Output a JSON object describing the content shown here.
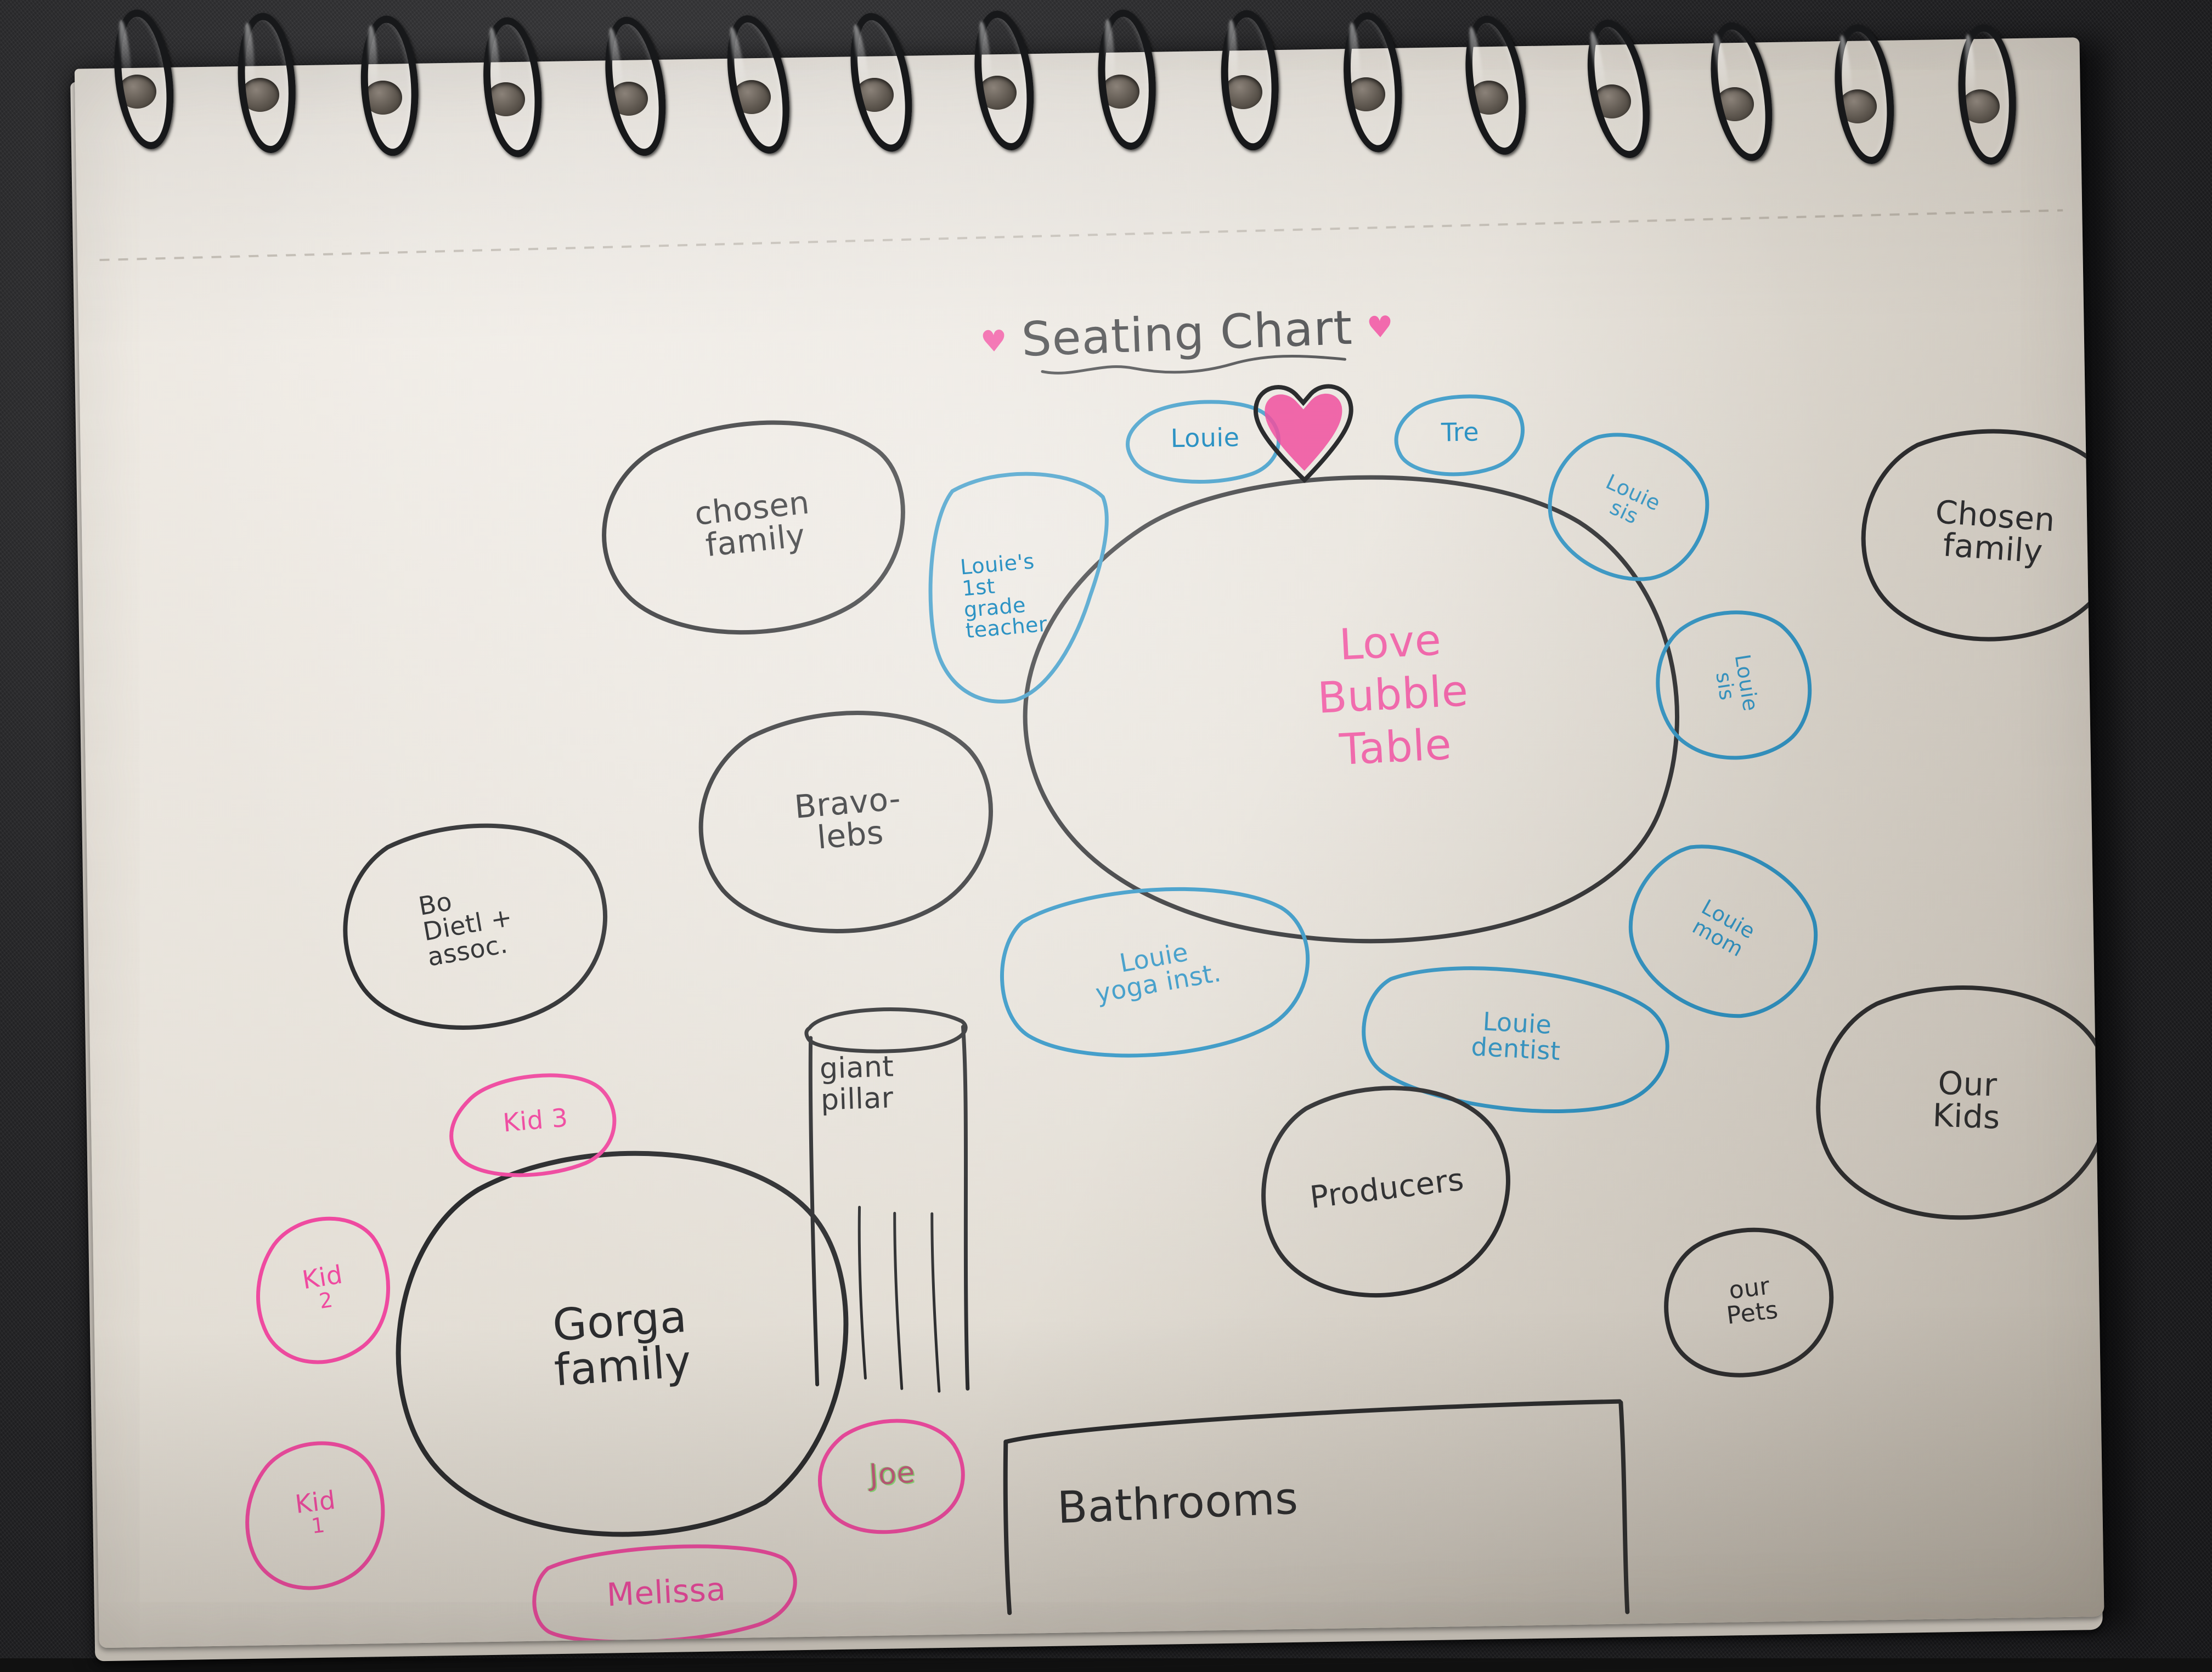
{
  "title": {
    "text": "Seating Chart",
    "heart_left": "♥",
    "heart_right": "♥",
    "ink": "#3a3b3d",
    "heart_color": "#f0509f"
  },
  "center_table": {
    "label_lines": [
      "Love",
      "Bubble",
      "Table"
    ],
    "ink": "#ef4aa0",
    "outline_ink": "#2b2c2e",
    "heart_icon": "heart-icon",
    "heart_fill": "#f0509f"
  },
  "palette": {
    "black_ink": "#2b2c2e",
    "blue_ink": "#2d93c4",
    "pink_ink": "#ef4aa0",
    "green_ink": "#6ddc5a",
    "paper": "#ece7df",
    "carpet": "#2a2a2c"
  },
  "blue_seats": [
    {
      "label": "Louie",
      "lines": [
        "Louie"
      ]
    },
    {
      "label": "Tre",
      "lines": [
        "Tre"
      ]
    },
    {
      "label": "Louie's 1st grade teacher",
      "lines": [
        "Louie's",
        "1st",
        "grade",
        "teacher"
      ]
    },
    {
      "label": "Louie sis (upper)",
      "lines": [
        "Louie",
        "sis"
      ]
    },
    {
      "label": "Louie sis (lower)",
      "lines": [
        "Louie",
        "sis"
      ]
    },
    {
      "label": "Louie mom",
      "lines": [
        "Louie",
        "mom"
      ]
    },
    {
      "label": "Louie dentist",
      "lines": [
        "Louie",
        "dentist"
      ]
    },
    {
      "label": "Louie yoga inst.",
      "lines": [
        "Louie",
        "yoga inst."
      ]
    }
  ],
  "black_tables": [
    {
      "label": "chosen family (left)",
      "lines": [
        "chosen",
        "family"
      ]
    },
    {
      "label": "chosen family (right)",
      "lines": [
        "Chosen",
        "family"
      ]
    },
    {
      "label": "Bravo-lebs",
      "lines": [
        "Bravo-",
        "lebs"
      ]
    },
    {
      "label": "Bo Dietl + assoc.",
      "lines": [
        "Bo",
        "Dietl +",
        "assoc."
      ]
    },
    {
      "label": "Gorga family",
      "lines": [
        "Gorga",
        "family"
      ]
    },
    {
      "label": "Producers",
      "lines": [
        "Producers"
      ]
    },
    {
      "label": "Our Kids",
      "lines": [
        "Our",
        "Kids"
      ]
    },
    {
      "label": "our Pets",
      "lines": [
        "our",
        "Pets"
      ]
    }
  ],
  "pink_seats": [
    {
      "label": "Kid 3",
      "lines": [
        "Kid 3"
      ]
    },
    {
      "label": "Kid 2",
      "lines": [
        "Kid",
        "2"
      ]
    },
    {
      "label": "Kid 1",
      "lines": [
        "Kid",
        "1"
      ]
    },
    {
      "label": "Melissa",
      "lines": [
        "Melissa"
      ]
    },
    {
      "label": "Joe",
      "lines": [
        "Joe"
      ]
    }
  ],
  "fixtures": {
    "pillar": {
      "lines": [
        "giant",
        "pillar"
      ],
      "shape": "cylinder"
    },
    "bathrooms": {
      "label": "Bathrooms",
      "shape": "open-rectangle"
    }
  },
  "text": {
    "t_louie": "Louie",
    "t_tre": "Tre",
    "t_teacher_1": "Louie's",
    "t_teacher_2": "1st",
    "t_teacher_3": "grade",
    "t_teacher_4": "teacher",
    "t_sis_a1": "Louie",
    "t_sis_a2": "sis",
    "t_sis_b1": "Louie",
    "t_sis_b2": "sis",
    "t_mom_1": "Louie",
    "t_mom_2": "mom",
    "t_dentist_1": "Louie",
    "t_dentist_2": "dentist",
    "t_yoga_1": "Louie",
    "t_yoga_2": "yoga inst.",
    "t_chosen_l1": "chosen",
    "t_chosen_l2": "family",
    "t_chosen_r1": "Chosen",
    "t_chosen_r2": "family",
    "t_bravo_1": "Bravo-",
    "t_bravo_2": "lebs",
    "t_bo_1": "Bo",
    "t_bo_2": "Dietl +",
    "t_bo_3": "assoc.",
    "t_gorga_1": "Gorga",
    "t_gorga_2": "family",
    "t_producers": "Producers",
    "t_ourkids_1": "Our",
    "t_ourkids_2": "Kids",
    "t_ourpets_1": "our",
    "t_ourpets_2": "Pets",
    "t_kid3": "Kid 3",
    "t_kid2_a": "Kid",
    "t_kid2_b": "2",
    "t_kid1_a": "Kid",
    "t_kid1_b": "1",
    "t_melissa": "Melissa",
    "t_joe": "Joe",
    "t_pillar_1": "giant",
    "t_pillar_2": "pillar",
    "t_bathrooms": "Bathrooms",
    "t_love": "Love",
    "t_bubble": "Bubble",
    "t_table": "Table",
    "t_title": "Seating Chart",
    "t_heart": "♥"
  }
}
